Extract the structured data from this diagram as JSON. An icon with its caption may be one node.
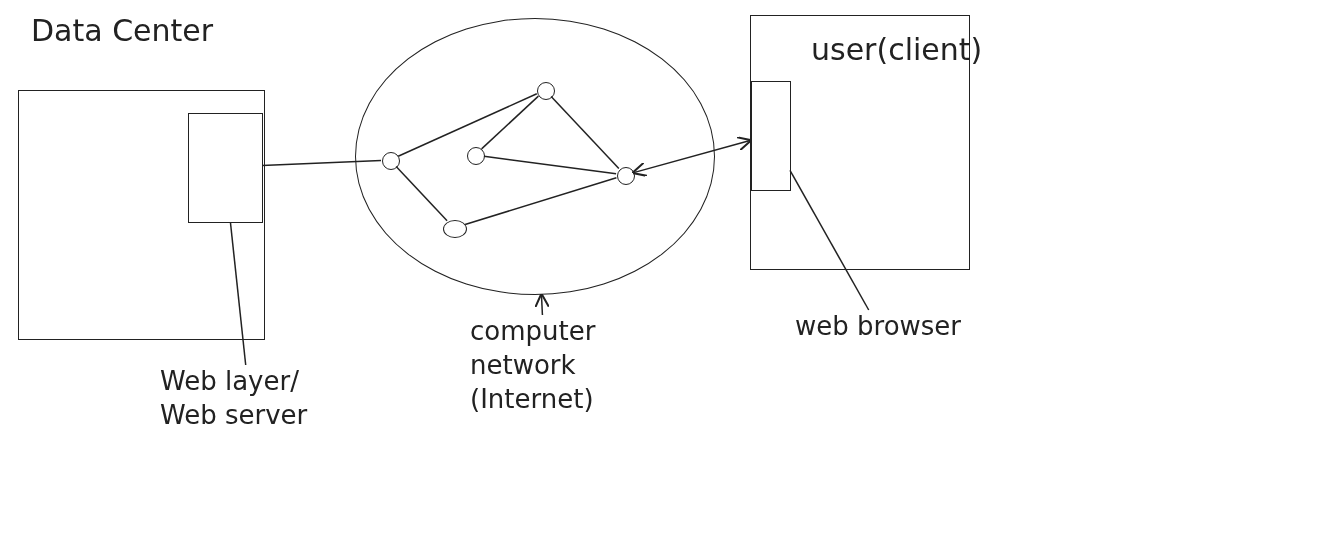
{
  "diagram": {
    "nodes": [
      {
        "text": [
          "Data Center"
        ]
      },
      {
        "text": [],
        "shape": "box",
        "in": 0
      },
      {
        "text": [],
        "shape": "cloud"
      },
      {
        "text": [],
        "shape": "circle",
        "in": 2
      },
      {
        "text": [],
        "shape": "circle",
        "in": 2
      },
      {
        "text": [],
        "shape": "circle",
        "in": 2
      },
      {
        "text": [],
        "shape": "circle",
        "in": 2
      },
      {
        "text": [],
        "shape": "circle",
        "in": 2
      },
      {
        "text": [
          "user(client)"
        ]
      },
      {
        "text": [],
        "shape": "box",
        "in": 8
      },
      {
        "text": [
          "Web layer/ Web server"
        ]
      },
      {
        "text": [
          "computer network (Internet)"
        ]
      },
      {
        "text": [
          "web browser"
        ]
      }
    ],
    "edges": [
      {
        "from": 1,
        "to": 3,
        "arrow": "none"
      },
      {
        "from": 3,
        "to": 4,
        "arrow": "none"
      },
      {
        "from": 4,
        "to": 5,
        "arrow": "none"
      },
      {
        "from": 4,
        "to": 7,
        "arrow": "none"
      },
      {
        "from": 5,
        "to": 7,
        "arrow": "none"
      },
      {
        "from": 3,
        "to": 6,
        "arrow": "none"
      },
      {
        "from": 6,
        "to": 7,
        "arrow": "none"
      },
      {
        "from": 7,
        "to": 9,
        "arrow": "both"
      },
      {
        "from": 10,
        "to": 1,
        "arrow": "none"
      },
      {
        "from": 11,
        "to": 2,
        "arrow": "to"
      },
      {
        "from": 12,
        "to": 9,
        "arrow": "none"
      }
    ]
  }
}
